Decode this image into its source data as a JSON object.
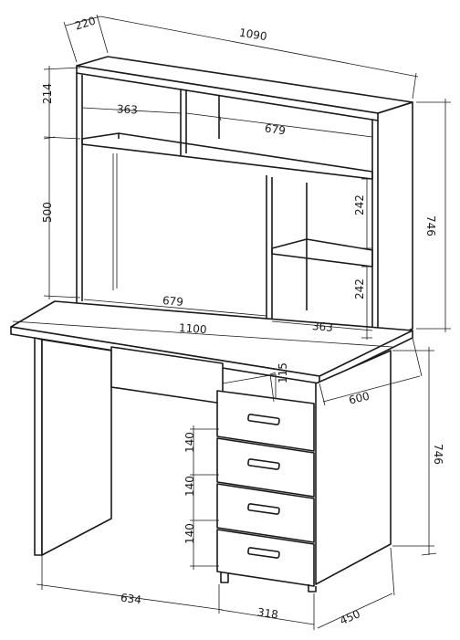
{
  "dimensions": {
    "top_depth": "220",
    "top_width": "1090",
    "top_height": "214",
    "top_shelf_left": "363",
    "top_shelf_right": "679",
    "hutch_height": "500",
    "hutch_total_height": "746",
    "shelf_upper": "242",
    "shelf_lower": "242",
    "inner_width": "679",
    "right_shelf_width": "363",
    "desk_width": "1100",
    "drawer_gap": "115",
    "desk_depth": "600",
    "drawer_1": "140",
    "drawer_2": "140",
    "drawer_3": "140",
    "desk_height": "746",
    "leg_span": "634",
    "pedestal_width": "318",
    "pedestal_depth": "450"
  }
}
